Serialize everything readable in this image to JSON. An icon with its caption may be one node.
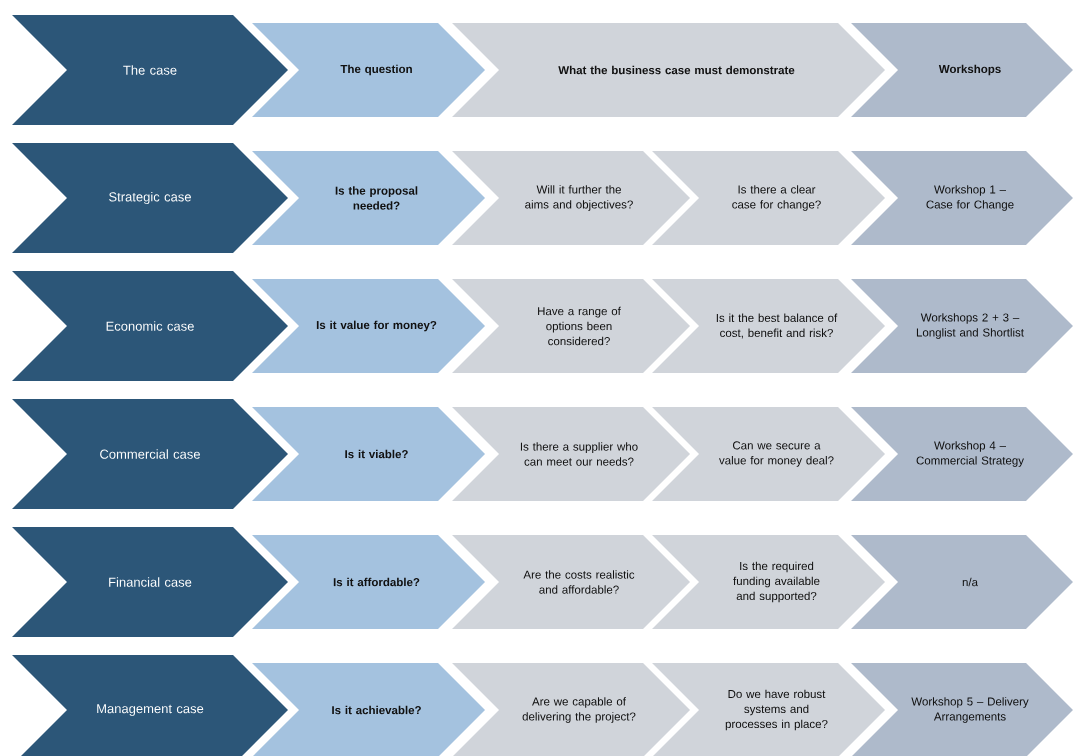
{
  "diagram": {
    "nodes": [
      {
        "text": [
          "The case"
        ]
      },
      {
        "text": [
          "The question"
        ]
      },
      {
        "text": [
          "What the business case must demonstrate"
        ]
      },
      {
        "text": [
          "Workshops"
        ]
      },
      {
        "text": [
          "Strategic case"
        ]
      },
      {
        "text": [
          "Is the proposal needed?"
        ]
      },
      {
        "text": [
          "Will it further the aims and objectives?"
        ]
      },
      {
        "text": [
          "Is there a clear case for change?"
        ]
      },
      {
        "text": [
          "Workshop 1 – Case for Change"
        ]
      },
      {
        "text": [
          "Economic case"
        ]
      },
      {
        "text": [
          "Is it value for money?"
        ]
      },
      {
        "text": [
          "Have a range of options been considered?"
        ]
      },
      {
        "text": [
          "Is it the best balance of cost, benefit and risk?"
        ]
      },
      {
        "text": [
          "Workshops 2 + 3 – Longlist and Shortlist"
        ]
      },
      {
        "text": [
          "Commercial case"
        ]
      },
      {
        "text": [
          "Is it viable?"
        ]
      },
      {
        "text": [
          "Is there a supplier who can meet our needs?"
        ]
      },
      {
        "text": [
          "Can we secure a value for money deal?"
        ]
      },
      {
        "text": [
          "Workshop 4 – Commercial Strategy"
        ]
      },
      {
        "text": [
          "Financial case"
        ]
      },
      {
        "text": [
          "Is it affordable?"
        ]
      },
      {
        "text": [
          "Are the costs realistic and affordable?"
        ]
      },
      {
        "text": [
          "Is the required funding available and supported?"
        ]
      },
      {
        "text": [
          "n/a"
        ]
      },
      {
        "text": [
          "Management case"
        ]
      },
      {
        "text": [
          "Is it achievable?"
        ]
      },
      {
        "text": [
          "Are we capable of delivering the project?"
        ]
      },
      {
        "text": [
          "Do we have robust systems and processes in place?"
        ]
      },
      {
        "text": [
          "Workshop 5 – Delivery Arrangements"
        ]
      }
    ]
  }
}
